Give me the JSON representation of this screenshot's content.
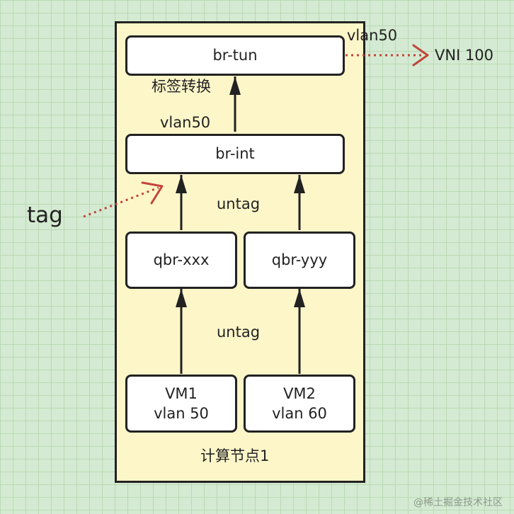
{
  "nodes": {
    "br_tun": "br-tun",
    "br_int": "br-int",
    "qbr_xxx": "qbr-xxx",
    "qbr_yyy": "qbr-yyy",
    "vm1": {
      "name": "VM1",
      "vlan": "vlan 50"
    },
    "vm2": {
      "name": "VM2",
      "vlan": "vlan 60"
    }
  },
  "labels": {
    "vlan50_top": "vlan50",
    "vni": "VNI 100",
    "translation": "标签转换",
    "vlan50_mid": "vlan50",
    "tag": "tag",
    "untag_upper": "untag",
    "untag_lower": "untag",
    "compute_node": "计算节点1"
  },
  "watermark": "@稀土掘金技术社区",
  "colors": {
    "background": "#d5ead2",
    "panel": "#fdf6c9",
    "border": "#222222",
    "dotted_arrow": "#c2453c"
  }
}
